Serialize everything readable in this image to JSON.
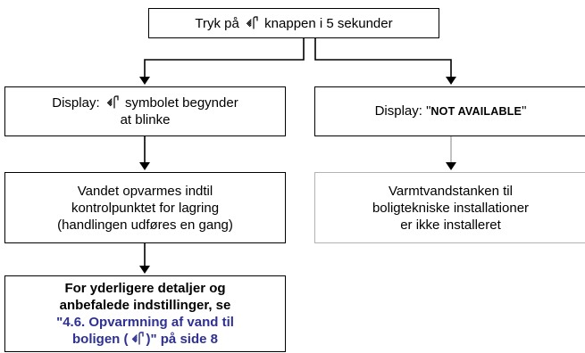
{
  "icon_name": "shower-icon",
  "boxes": {
    "top": {
      "before": "Tryk på",
      "after": "knappen i 5 sekunder"
    },
    "display_blink": {
      "before": "Display:",
      "after": "symbolet begynder",
      "line2": "at blinke"
    },
    "display_na": {
      "before": "Display: \"",
      "code": "NOT AVAILABLE",
      "after": "\""
    },
    "heating": {
      "lines": [
        "Vandet opvarmes indtil",
        "kontrolpunktet for lagring",
        "(handlingen udføres en gang)"
      ]
    },
    "tank": {
      "lines": [
        "Varmtvandstanken til",
        "boligtekniske installationer",
        "er ikke installeret"
      ]
    },
    "details": {
      "line1": "For yderligere detaljer og",
      "line2": "anbefalede indstillinger, se",
      "link_line1": "\"4.6. Opvarmning af vand til",
      "link_before_icon": "boligen (",
      "link_after_icon": ")\" på side 8"
    }
  },
  "colors": {
    "border": "#000000",
    "border_grey": "#b3b3b3",
    "link": "#2e3192"
  }
}
